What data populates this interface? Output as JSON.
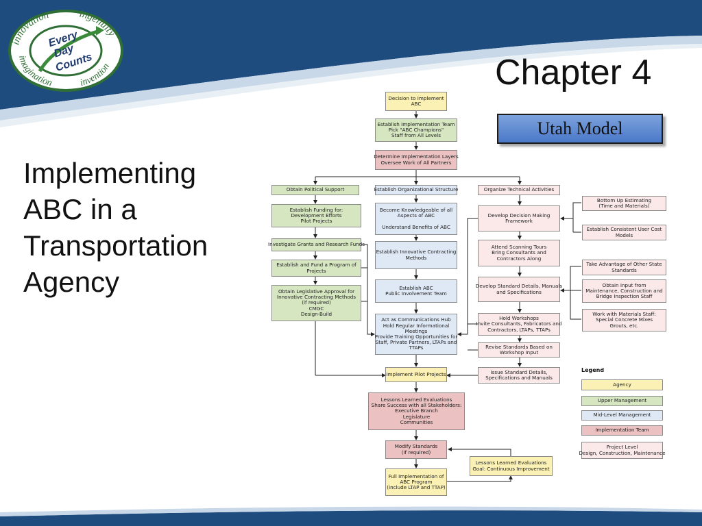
{
  "header": {
    "chapter_title": "Chapter 4",
    "model_label": "Utah Model"
  },
  "logo": {
    "words": [
      "innovation",
      "ingenuity",
      "imagination",
      "invention"
    ],
    "center": [
      "Every",
      "Day",
      "Counts"
    ]
  },
  "slide": {
    "subtitle_lines": [
      "Implementing",
      "ABC in a",
      "Transportation",
      "Agency"
    ]
  },
  "colors": {
    "header_blue": "#1f4c7f",
    "agency": "#fbf1b4",
    "upper_management": "#d6e6c1",
    "mid_level_management": "#dfe9f6",
    "implementation_team": "#ebc1c1",
    "project_level": "#fbe9ea"
  },
  "flowchart": {
    "boxes": [
      {
        "id": "decision",
        "type": "agency",
        "lines": [
          "Decision to Implement",
          "ABC"
        ]
      },
      {
        "id": "team",
        "type": "upper",
        "lines": [
          "Establish Implementation Team",
          "Pick \"ABC Champions\"",
          "Staff from All Levels"
        ]
      },
      {
        "id": "layers",
        "type": "impl",
        "lines": [
          "Determine Implementation Layers",
          "Oversee Work of All Partners"
        ]
      },
      {
        "id": "political",
        "type": "upper",
        "lines": [
          "Obtain Political Support"
        ]
      },
      {
        "id": "org",
        "type": "mid",
        "lines": [
          "Establish Organizational Structure"
        ]
      },
      {
        "id": "tech",
        "type": "proj",
        "lines": [
          "Organize Technical Activities"
        ]
      },
      {
        "id": "funding",
        "type": "upper",
        "lines": [
          "Establish Funding for:",
          "Development Efforts",
          "Pilot Projects"
        ]
      },
      {
        "id": "grants",
        "type": "upper",
        "lines": [
          "Investigate Grants and Research Funds"
        ]
      },
      {
        "id": "program",
        "type": "upper",
        "lines": [
          "Establish and Fund a Program of",
          "Projects"
        ]
      },
      {
        "id": "legislative",
        "type": "upper",
        "lines": [
          "Obtain Legislative Approval for",
          "Innovative Contracting Methods",
          "(if required)",
          "CMGC",
          "Design-Build"
        ]
      },
      {
        "id": "knowledge",
        "type": "mid",
        "lines": [
          "Become Knowledgeable of all",
          "Aspects of ABC",
          "",
          "Understand Benefits of ABC"
        ]
      },
      {
        "id": "contracting",
        "type": "mid",
        "lines": [
          "Establish Innovative Contracting",
          "Methods"
        ]
      },
      {
        "id": "public",
        "type": "mid",
        "lines": [
          "Establish ABC",
          "Public Involvement Team"
        ]
      },
      {
        "id": "hub",
        "type": "mid",
        "lines": [
          "Act as Communications Hub",
          "Hold Regular Informational",
          "Meetings",
          "Provide Training Opportunities for",
          "Staff, Private Partners, LTAPs and",
          "TTAPs"
        ]
      },
      {
        "id": "framework",
        "type": "proj",
        "lines": [
          "Develop Decision Making",
          "Framework"
        ]
      },
      {
        "id": "scanning",
        "type": "proj",
        "lines": [
          "Attend Scanning Tours",
          "Bring Consultants and",
          "Contractors Along"
        ]
      },
      {
        "id": "standards",
        "type": "proj",
        "lines": [
          "Develop Standard Details, Manuals",
          "and Specifications"
        ]
      },
      {
        "id": "workshops",
        "type": "proj",
        "lines": [
          "Hold Workshops",
          "Invite Consultants, Fabricators and",
          "Contractors, LTAPs, TTAPs"
        ]
      },
      {
        "id": "revise",
        "type": "proj",
        "lines": [
          "Revise Standards Based on",
          "Workshop Input"
        ]
      },
      {
        "id": "issue",
        "type": "proj",
        "lines": [
          "Issue Standard Details,",
          "Specifications and Manuals"
        ]
      },
      {
        "id": "bottomup",
        "type": "proj",
        "lines": [
          "Bottom Up Estimating",
          "(Time and Materials)"
        ]
      },
      {
        "id": "usercost",
        "type": "proj",
        "lines": [
          "Establish Consistent User Cost",
          "Models"
        ]
      },
      {
        "id": "otherstate",
        "type": "proj",
        "lines": [
          "Take Advantage of Other State",
          "Standards"
        ]
      },
      {
        "id": "maint",
        "type": "proj",
        "lines": [
          "Obtain Input from",
          "Maintenance, Construction and",
          "Bridge Inspection Staff"
        ]
      },
      {
        "id": "materials",
        "type": "proj",
        "lines": [
          "Work with Materials Staff:",
          "Special Concrete Mixes",
          "Grouts, etc."
        ]
      },
      {
        "id": "pilot",
        "type": "agency",
        "lines": [
          "Implement Pilot Projects"
        ]
      },
      {
        "id": "lessons",
        "type": "impl",
        "lines": [
          "Lessons Learned Evaluations",
          "Share Success with all Stakeholders:",
          "Executive Branch",
          "Legislature",
          "Communities"
        ]
      },
      {
        "id": "modify",
        "type": "impl",
        "lines": [
          "Modify Standards",
          "(if required)"
        ]
      },
      {
        "id": "lessons2",
        "type": "agency",
        "lines": [
          "Lessons Learned Evaluations",
          "Goal: Continuous Improvement"
        ]
      },
      {
        "id": "full",
        "type": "agency",
        "lines": [
          "Full Implementation of",
          "ABC Program",
          "(include LTAP and TTAP)"
        ]
      }
    ],
    "legend": {
      "title": "Legend",
      "items": [
        {
          "type": "agency",
          "lines": [
            "Agency"
          ]
        },
        {
          "type": "upper",
          "lines": [
            "Upper Management"
          ]
        },
        {
          "type": "mid",
          "lines": [
            "Mid-Level Management"
          ]
        },
        {
          "type": "impl",
          "lines": [
            "Implementation Team"
          ]
        },
        {
          "type": "proj",
          "lines": [
            "Project Level",
            "Design, Construction, Maintenance"
          ]
        }
      ]
    }
  }
}
